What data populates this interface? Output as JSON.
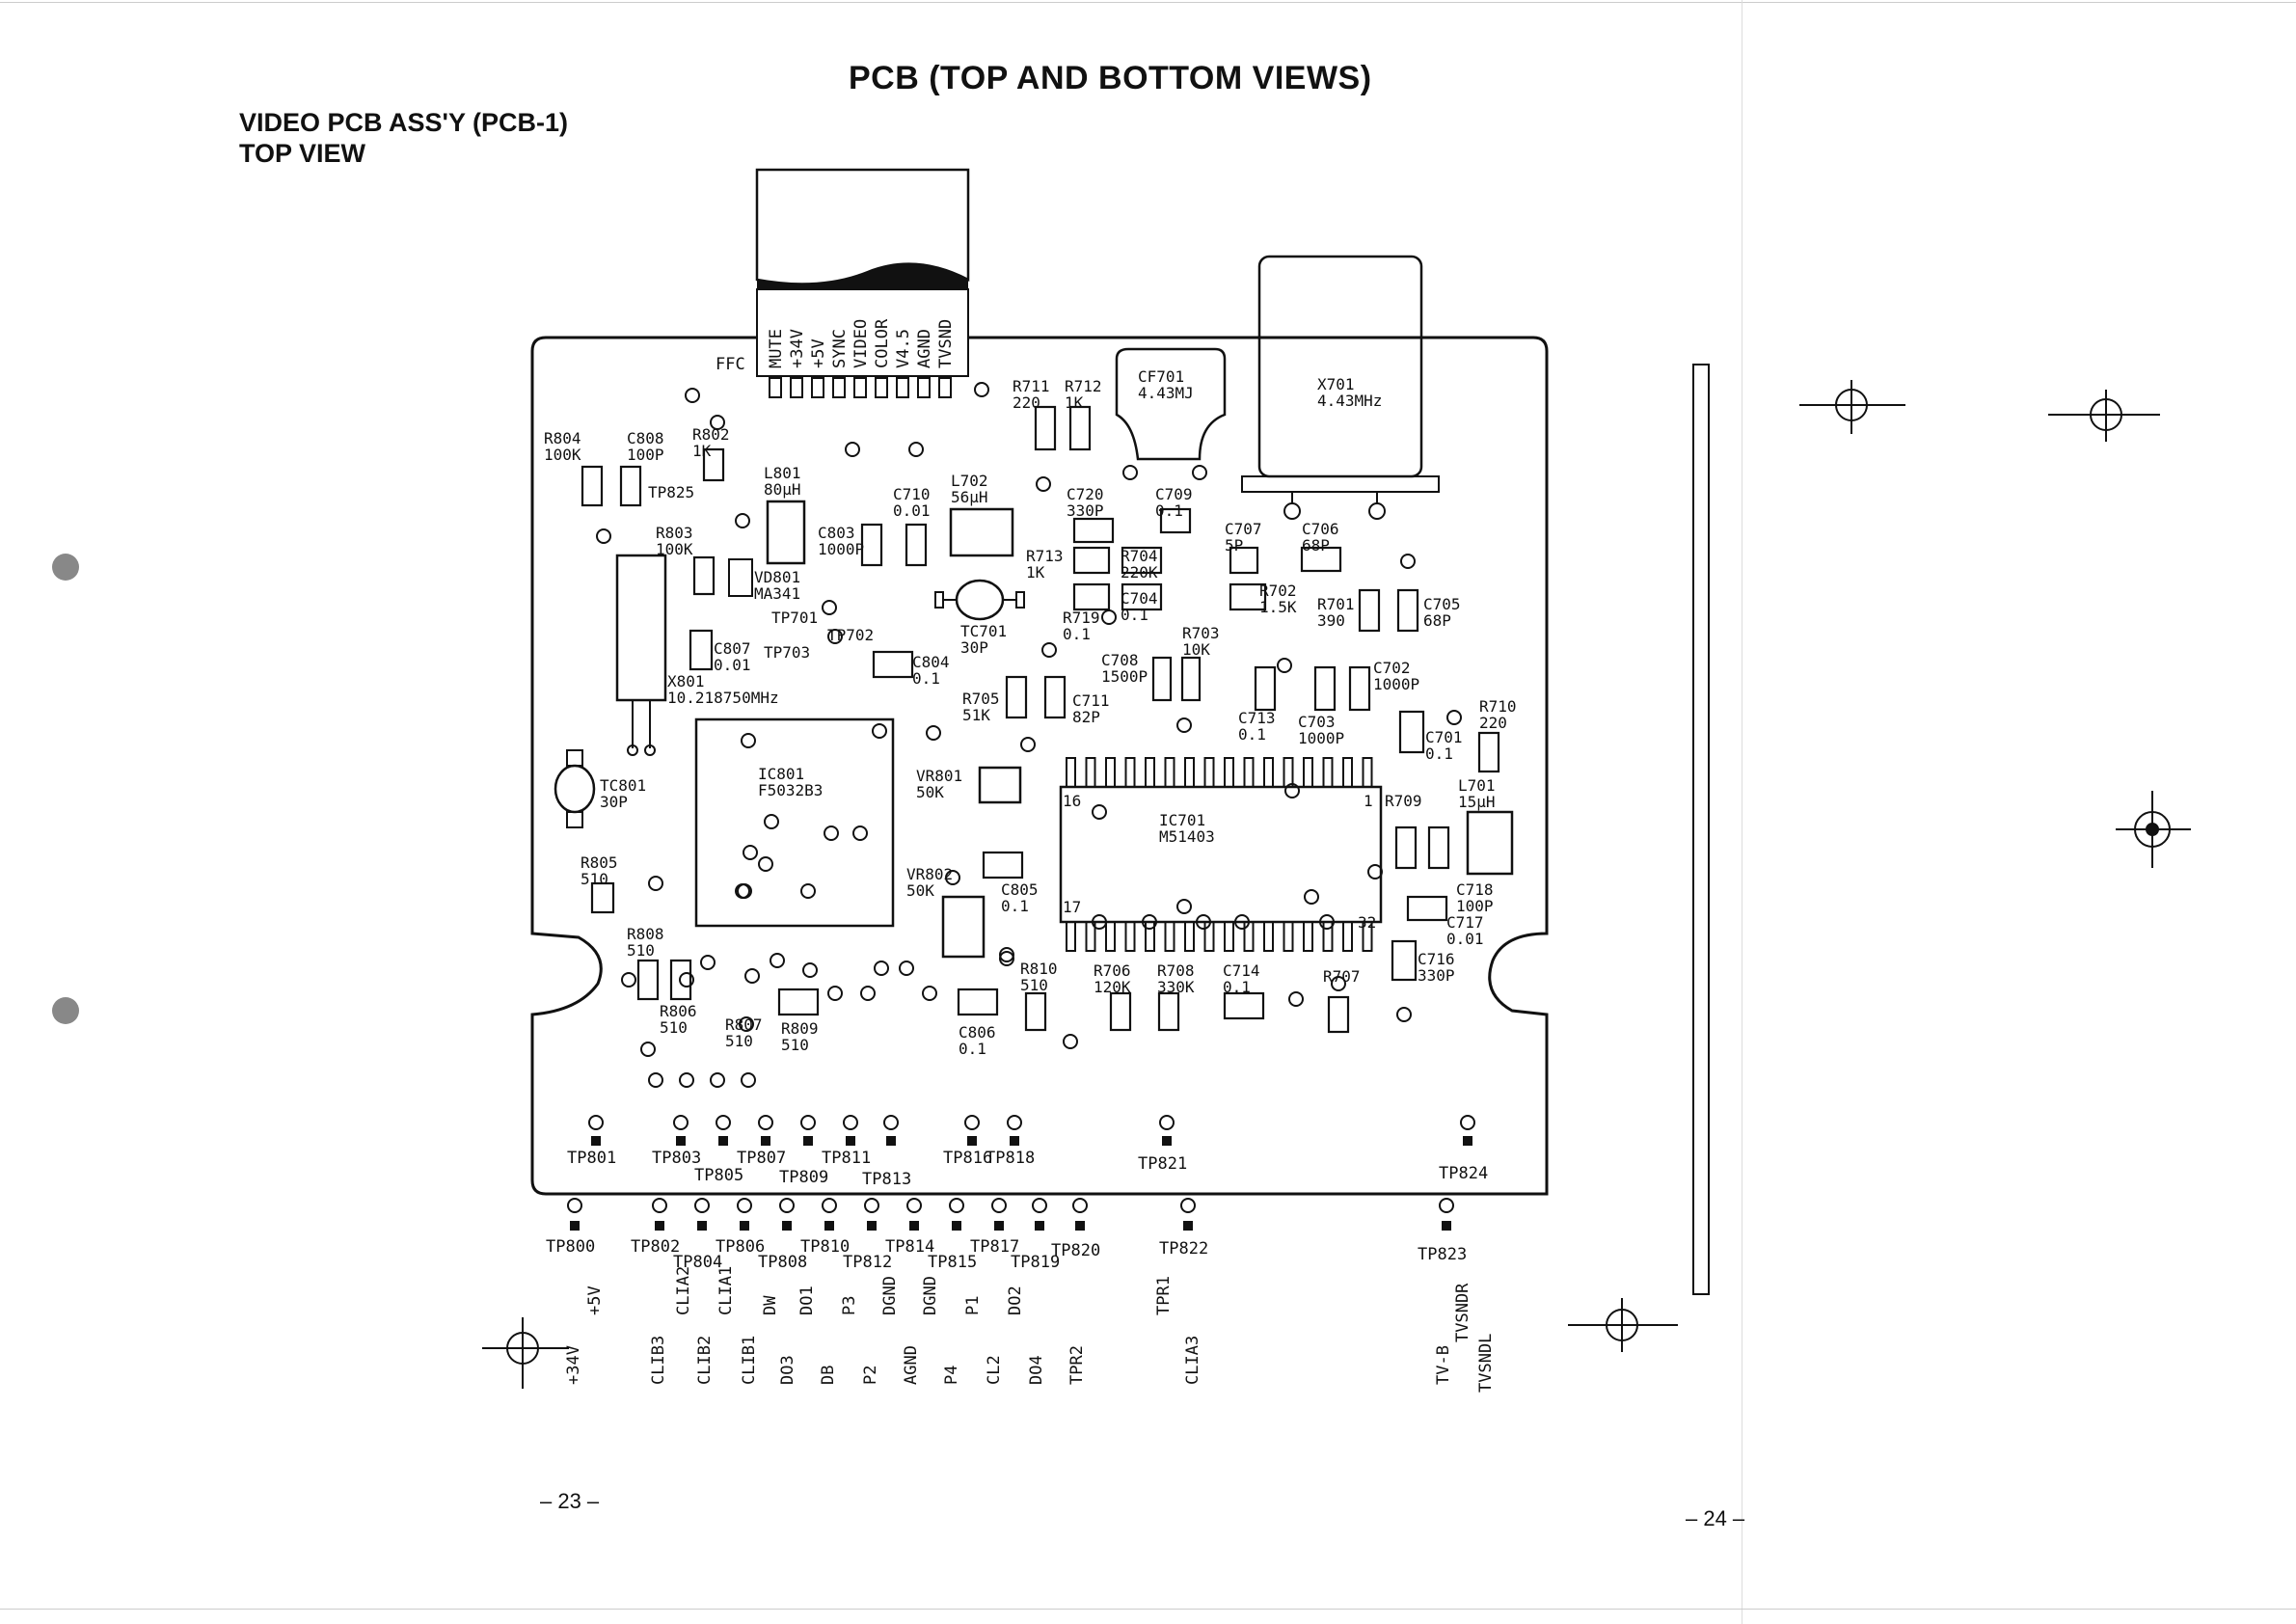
{
  "document": {
    "title": "PCB (TOP AND BOTTOM VIEWS)",
    "subtitle_line1": "VIDEO PCB ASS'Y (PCB-1)",
    "subtitle_line2": "TOP VIEW",
    "page_left": "– 23 –",
    "page_right": "– 24 –"
  },
  "ffc": {
    "label": "FFC",
    "pins": [
      "MUTE",
      "+34V",
      "+5V",
      "SYNC",
      "VIDEO",
      "COLOR",
      "V4.5",
      "AGND",
      "TVSND"
    ]
  },
  "components": [
    {
      "id": "R804",
      "lines": [
        "R804",
        "100K"
      ]
    },
    {
      "id": "C808",
      "lines": [
        "C808",
        "100P"
      ]
    },
    {
      "id": "R802",
      "lines": [
        "R802",
        "1K"
      ]
    },
    {
      "id": "TP825",
      "lines": [
        "TP825"
      ]
    },
    {
      "id": "L801",
      "lines": [
        "L801",
        "80μH"
      ]
    },
    {
      "id": "C710",
      "lines": [
        "C710",
        "0.01"
      ]
    },
    {
      "id": "L702",
      "lines": [
        "L702",
        "56μH"
      ]
    },
    {
      "id": "R711",
      "lines": [
        "R711",
        "220"
      ]
    },
    {
      "id": "R712",
      "lines": [
        "R712",
        "1K"
      ]
    },
    {
      "id": "CF701",
      "lines": [
        "CF701",
        "4.43MJ"
      ]
    },
    {
      "id": "X701",
      "lines": [
        "X701",
        "4.43MHz"
      ]
    },
    {
      "id": "C720",
      "lines": [
        "C720",
        "330P"
      ]
    },
    {
      "id": "C709",
      "lines": [
        "C709",
        "0.1"
      ]
    },
    {
      "id": "C707",
      "lines": [
        "C707",
        "5P"
      ]
    },
    {
      "id": "C706",
      "lines": [
        "C706",
        "68P"
      ]
    },
    {
      "id": "R803",
      "lines": [
        "R803",
        "100K"
      ]
    },
    {
      "id": "C803",
      "lines": [
        "C803",
        "1000P"
      ]
    },
    {
      "id": "VD801",
      "lines": [
        "VD801",
        "MA341"
      ]
    },
    {
      "id": "R713",
      "lines": [
        "R713",
        "1K"
      ]
    },
    {
      "id": "R704",
      "lines": [
        "R704",
        "220K"
      ]
    },
    {
      "id": "C704",
      "lines": [
        "C704",
        "0.1"
      ]
    },
    {
      "id": "R702",
      "lines": [
        "R702",
        "1.5K"
      ]
    },
    {
      "id": "R701",
      "lines": [
        "R701",
        "390"
      ]
    },
    {
      "id": "C705",
      "lines": [
        "C705",
        "68P"
      ]
    },
    {
      "id": "TP701",
      "lines": [
        "TP701"
      ]
    },
    {
      "id": "TP702",
      "lines": [
        "TP702"
      ]
    },
    {
      "id": "TP703",
      "lines": [
        "TP703"
      ]
    },
    {
      "id": "C807",
      "lines": [
        "C807",
        "0.01"
      ]
    },
    {
      "id": "TC701",
      "lines": [
        "TC701",
        "30P"
      ]
    },
    {
      "id": "R719",
      "lines": [
        "R719",
        "0.1"
      ]
    },
    {
      "id": "R703",
      "lines": [
        "R703",
        "10K"
      ]
    },
    {
      "id": "C708",
      "lines": [
        "C708",
        "1500P"
      ]
    },
    {
      "id": "C804",
      "lines": [
        "C804",
        "0.1"
      ]
    },
    {
      "id": "X801",
      "lines": [
        "X801",
        "10.218750MHz"
      ]
    },
    {
      "id": "R705",
      "lines": [
        "R705",
        "51K"
      ]
    },
    {
      "id": "C711",
      "lines": [
        "C711",
        "82P"
      ]
    },
    {
      "id": "C702",
      "lines": [
        "C702",
        "1000P"
      ]
    },
    {
      "id": "R710",
      "lines": [
        "R710",
        "220"
      ]
    },
    {
      "id": "C713",
      "lines": [
        "C713",
        "0.1"
      ]
    },
    {
      "id": "C703",
      "lines": [
        "C703",
        "1000P"
      ]
    },
    {
      "id": "C701",
      "lines": [
        "C701",
        "0.1"
      ]
    },
    {
      "id": "IC801",
      "lines": [
        "IC801",
        "F5032B3"
      ]
    },
    {
      "id": "TC801",
      "lines": [
        "TC801",
        "30P"
      ]
    },
    {
      "id": "VR801",
      "lines": [
        "VR801",
        "50K"
      ]
    },
    {
      "id": "IC701",
      "lines": [
        "IC701",
        "M51403"
      ]
    },
    {
      "id": "R709",
      "lines": [
        "R709"
      ]
    },
    {
      "id": "L701",
      "lines": [
        "L701",
        "15μH"
      ]
    },
    {
      "id": "R805",
      "lines": [
        "R805",
        "510"
      ]
    },
    {
      "id": "VR802",
      "lines": [
        "VR802",
        "50K"
      ]
    },
    {
      "id": "C805",
      "lines": [
        "C805",
        "0.1"
      ]
    },
    {
      "id": "C718",
      "lines": [
        "C718",
        "100P"
      ]
    },
    {
      "id": "C717",
      "lines": [
        "C717",
        "0.01"
      ]
    },
    {
      "id": "R808",
      "lines": [
        "R808",
        "510"
      ]
    },
    {
      "id": "C716",
      "lines": [
        "C716",
        "330P"
      ]
    },
    {
      "id": "R810",
      "lines": [
        "R810",
        "510"
      ]
    },
    {
      "id": "R706",
      "lines": [
        "R706",
        "120K"
      ]
    },
    {
      "id": "R708",
      "lines": [
        "R708",
        "330K"
      ]
    },
    {
      "id": "C714",
      "lines": [
        "C714",
        "0.1"
      ]
    },
    {
      "id": "R707",
      "lines": [
        "R707"
      ]
    },
    {
      "id": "R806",
      "lines": [
        "R806",
        "510"
      ]
    },
    {
      "id": "R807",
      "lines": [
        "R807",
        "510"
      ]
    },
    {
      "id": "R809",
      "lines": [
        "R809",
        "510"
      ]
    },
    {
      "id": "C806",
      "lines": [
        "C806",
        "0.1"
      ]
    }
  ],
  "ic_pins": {
    "ic701_pin1": "1",
    "ic701_pin16": "16",
    "ic701_pin17": "17",
    "ic701_pin32": "32"
  },
  "test_points_row1": [
    "TP801",
    "TP803",
    "TP805",
    "TP807",
    "TP809",
    "TP811",
    "TP813",
    "TP816",
    "TP818",
    "TP821",
    "TP824"
  ],
  "test_points_row2": [
    "TP800",
    "TP802",
    "TP804",
    "TP806",
    "TP808",
    "TP810",
    "TP812",
    "TP814",
    "TP815",
    "TP817",
    "TP819",
    "TP820",
    "TP822",
    "TP823"
  ],
  "edge_pins": [
    "+34V",
    "+5V",
    "CLIB3",
    "CLIA2",
    "CLIB2",
    "CLIA1",
    "CLIB1",
    "DW",
    "DO3",
    "DO1",
    "DB",
    "P3",
    "P2",
    "DGND",
    "AGND",
    "DGND",
    "P4",
    "P1",
    "CL2",
    "DO2",
    "DO4",
    "TPR2",
    "TPR1",
    "CLIA3",
    "TV-B",
    "TVSNDR",
    "TVSNDL"
  ]
}
